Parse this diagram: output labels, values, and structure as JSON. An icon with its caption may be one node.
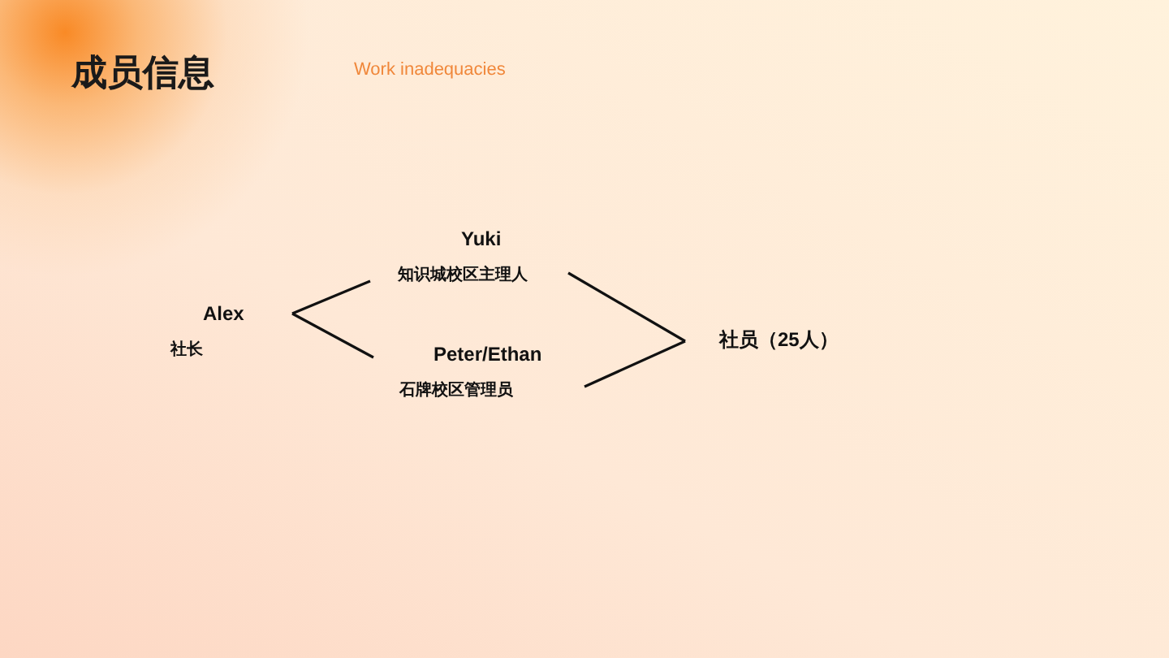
{
  "diagram": {
    "title": "成员信息",
    "nodes": [
      {
        "text": [
          "Alex",
          "社长"
        ]
      },
      {
        "text": [
          "Yuki",
          "知识城校区主理人"
        ]
      },
      {
        "text": [
          "Peter/Ethan",
          "石牌校区管理员"
        ]
      },
      {
        "text": [
          "社员（25人）"
        ]
      }
    ],
    "edges": [
      {
        "from": 0,
        "to": 1,
        "arrow": "none"
      },
      {
        "from": 0,
        "to": 2,
        "arrow": "none"
      },
      {
        "from": 1,
        "to": 3,
        "arrow": "none"
      },
      {
        "from": 2,
        "to": 3,
        "arrow": "none"
      }
    ],
    "labels": [
      "Work inadequacies"
    ]
  }
}
